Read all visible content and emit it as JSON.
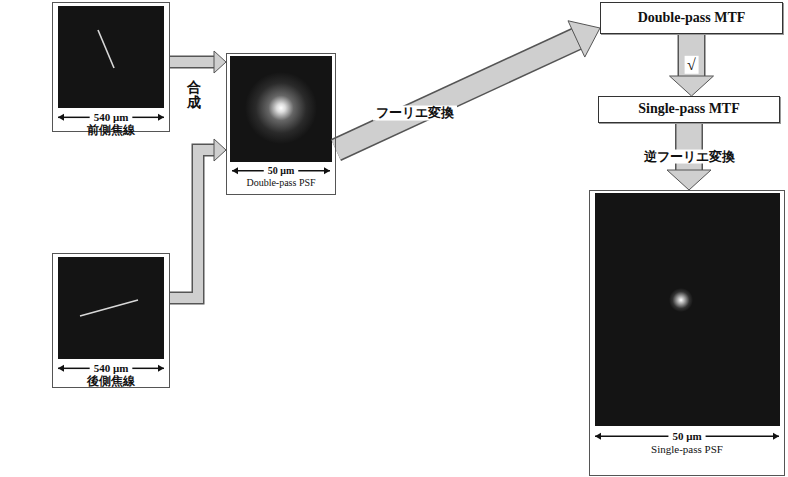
{
  "diagram": {
    "nodes": [
      {
        "text": [
          "540 μm",
          "前側焦線"
        ]
      },
      {
        "text": [
          "540 μm",
          "後側焦線"
        ]
      },
      {
        "text": [
          "50 μm",
          "Double-pass PSF"
        ]
      },
      {
        "text": [
          "Double-pass MTF"
        ]
      },
      {
        "text": [
          "Single-pass MTF"
        ]
      },
      {
        "text": [
          "50 μm",
          "Single-pass PSF"
        ]
      }
    ],
    "edges": [
      {
        "from": 0,
        "to": 2,
        "arrow": "to"
      },
      {
        "from": 1,
        "to": 2,
        "arrow": "to"
      },
      {
        "from": 2,
        "to": 3,
        "arrow": "to",
        "label": "フーリエ変換"
      },
      {
        "from": 3,
        "to": 4,
        "arrow": "to",
        "label": "√"
      },
      {
        "from": 4,
        "to": 5,
        "arrow": "to",
        "label": "逆フーリエ変換"
      }
    ],
    "labels": [
      "合成"
    ]
  }
}
